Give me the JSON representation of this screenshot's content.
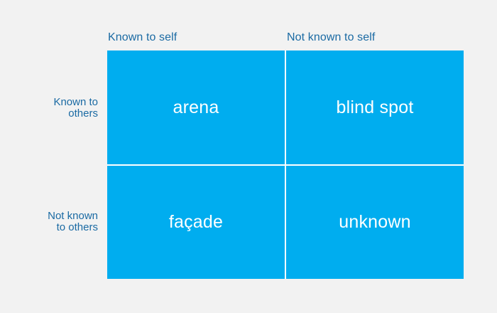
{
  "column_labels": [
    "Known to self",
    "Not known to self"
  ],
  "row_labels": [
    [
      "Known to",
      "others"
    ],
    [
      "Not known",
      "to others"
    ]
  ],
  "quadrants": [
    {
      "label": "arena"
    },
    {
      "label": "blind spot"
    },
    {
      "label": "façade"
    },
    {
      "label": "unknown"
    }
  ],
  "colors": {
    "background": "#f2f2f2",
    "cell_fill": "#00adef",
    "cell_text": "#ffffff",
    "label_text": "#1a6aa3",
    "divider": "#ffffff"
  }
}
